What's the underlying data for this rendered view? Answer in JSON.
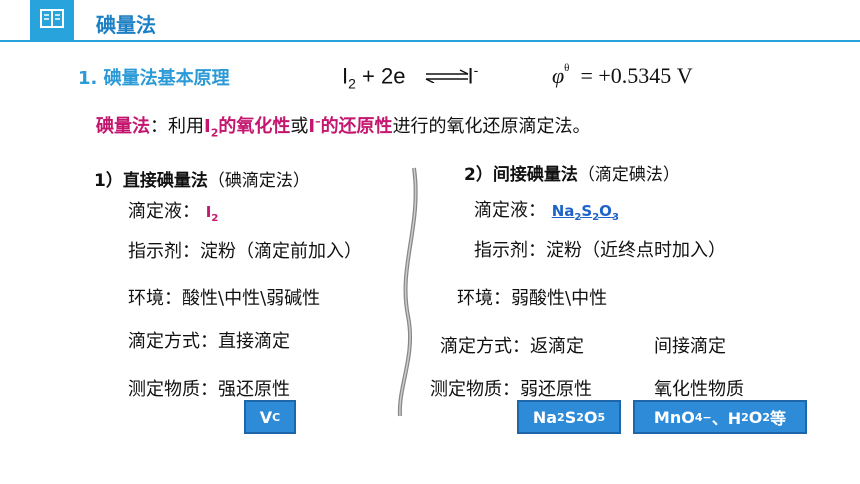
{
  "header": {
    "title": "碘量法",
    "icon": "book-icon",
    "accent": "#29a3db"
  },
  "section": {
    "title": "1.  碘量法基本原理"
  },
  "equation": {
    "left_main": "I",
    "left_sub": "2",
    "middle": " + 2e",
    "right_main": "I",
    "right_sup": "-"
  },
  "potential": {
    "symbol": "φ",
    "sup": "θ",
    "value": "= +0.5345 V"
  },
  "definition": {
    "term": "碘量法",
    "colon_use": "：利用",
    "i2_main": "I",
    "i2_sub": "2",
    "oxid": "的氧化性",
    "or": "或",
    "iminus_main": "I",
    "iminus_sup": "–",
    "red": "的还原性",
    "rest": "进行的氧化还原滴定法。"
  },
  "direct": {
    "heading_prefix": "1）",
    "heading_bold": "直接碘量法",
    "heading_paren": "（碘滴定法）",
    "titrant_label": "滴定液：",
    "titrant_main": "I",
    "titrant_sub": "2",
    "indicator": "指示剂：淀粉（滴定前加入）",
    "environment": "环境：酸性\\中性\\弱碱性",
    "method": "滴定方式：直接滴定",
    "substance": "测定物质：强还原性",
    "box_main": "V",
    "box_sub": "C"
  },
  "indirect": {
    "heading_prefix": "2）",
    "heading_bold": "间接碘量法",
    "heading_paren": "（滴定碘法）",
    "titrant_label": "滴定液：",
    "titrant_p1": "Na",
    "titrant_s1": "2",
    "titrant_p2": "S",
    "titrant_s2": "2",
    "titrant_p3": "O",
    "titrant_s3": "3",
    "indicator": "指示剂：淀粉（近终点时加入）",
    "environment": "环境：弱酸性\\中性",
    "method": "滴定方式：返滴定",
    "method2": "间接滴定",
    "substance": "测定物质：弱还原性",
    "substance2": "氧化性物质",
    "box1_p1": "Na",
    "box1_s1": "2",
    "box1_p2": "S",
    "box1_s2": "2",
    "box1_p3": "O",
    "box1_s3": "5",
    "box2_p1": "MnO",
    "box2_s1": "4",
    "box2_sup": "−",
    "box2_p2": "、H",
    "box2_s2": "2",
    "box2_p3": "O",
    "box2_s3": "2",
    "box2_p4": "等"
  }
}
